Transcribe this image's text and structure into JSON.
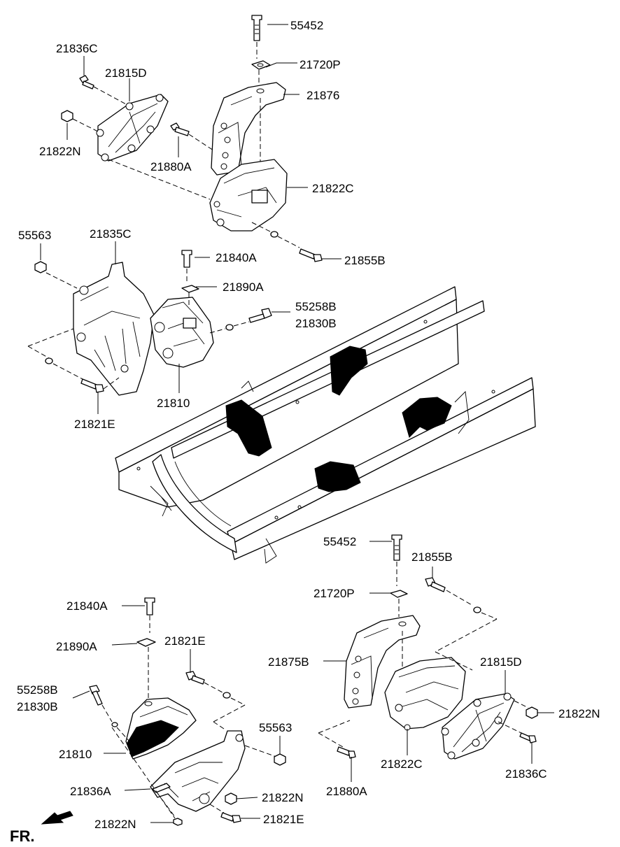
{
  "labels": {
    "l55452_top": "55452",
    "l21720P_top": "21720P",
    "l21876": "21876",
    "l21836C_top": "21836C",
    "l21815D_top": "21815D",
    "l21822N_top": "21822N",
    "l21880A_top": "21880A",
    "l21822C_top": "21822C",
    "l55563_top": "55563",
    "l21835C": "21835C",
    "l21840A_top": "21840A",
    "l21855B_top": "21855B",
    "l21890A_top": "21890A",
    "l55258B_top": "55258B",
    "l21830B_top": "21830B",
    "l21810_top": "21810",
    "l21821E_top": "21821E",
    "l55452_bot": "55452",
    "l21855B_bot": "21855B",
    "l21720P_bot": "21720P",
    "l21840A_bot": "21840A",
    "l21821E_bot1": "21821E",
    "l21890A_bot": "21890A",
    "l21875B": "21875B",
    "l21815D_bot": "21815D",
    "l55258B_bot": "55258B",
    "l21830B_bot": "21830B",
    "l21822N_bot_r": "21822N",
    "l55563_bot": "55563",
    "l21810_bot": "21810",
    "l21822C_bot": "21822C",
    "l21836C_bot": "21836C",
    "l21836A": "21836A",
    "l21822N_bot1": "21822N",
    "l21880A_bot": "21880A",
    "l21822N_bot2": "21822N",
    "l21821E_bot2": "21821E"
  },
  "direction_label": "FR."
}
